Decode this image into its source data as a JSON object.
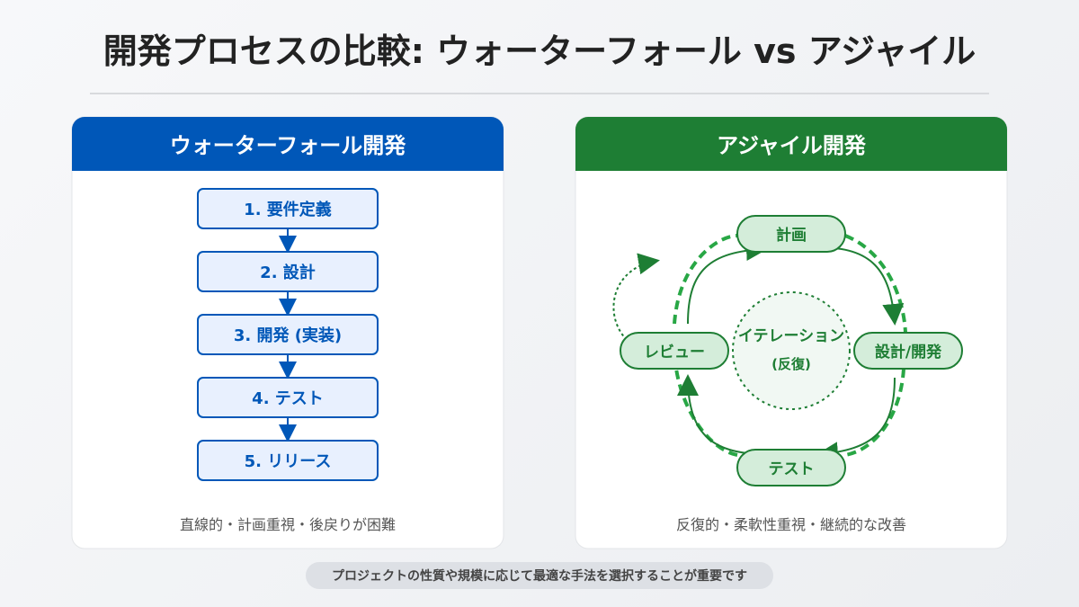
{
  "title": "開発プロセスの比較: ウォーターフォール vs アジャイル",
  "colors": {
    "waterfall": "#0057b8",
    "agile": "#1e7e34",
    "agile_dashed": "#28a745"
  },
  "waterfall": {
    "header": "ウォーターフォール開発",
    "steps": [
      "1. 要件定義",
      "2. 設計",
      "3. 開発 (実装)",
      "4. テスト",
      "5. リリース"
    ],
    "caption": "直線的・計画重視・後戻りが困難"
  },
  "agile": {
    "header": "アジャイル開発",
    "nodes": {
      "plan": "計画",
      "design": "設計/開発",
      "test": "テスト",
      "review": "レビュー"
    },
    "center_line1": "イテレーション",
    "center_line2": "(反復)",
    "caption": "反復的・柔軟性重視・継続的な改善"
  },
  "footer": "プロジェクトの性質や規模に応じて最適な手法を選択することが重要です"
}
